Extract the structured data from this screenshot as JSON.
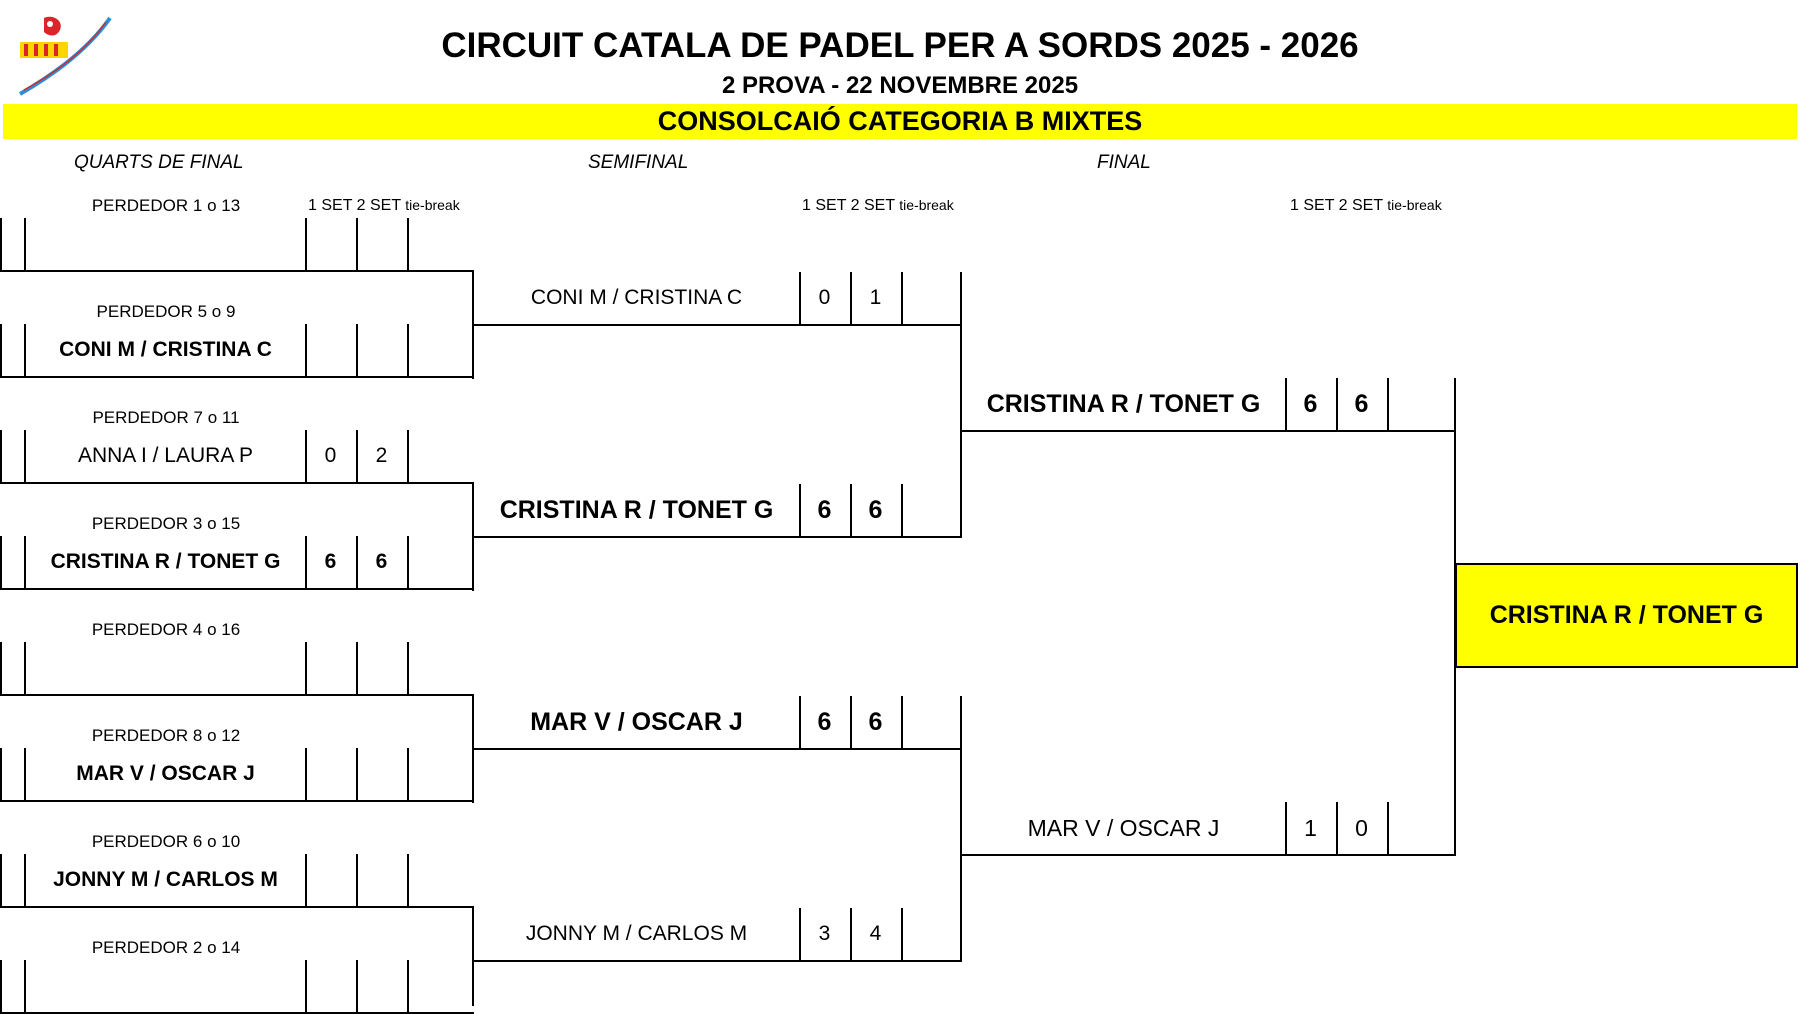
{
  "header": {
    "title": "CIRCUIT CATALA DE PADEL PER A SORDS 2025 - 2026",
    "subtitle": "2 PROVA - 22 NOVEMBRE 2025",
    "category": "CONSOLCAIÓ CATEGORIA B MIXTES"
  },
  "rounds": {
    "quarters": "QUARTS DE FINAL",
    "semis": "SEMIFINAL",
    "final": "FINAL"
  },
  "set_headers": {
    "set1": "1 SET",
    "set2": "2 SET",
    "tiebreak": "tie-break"
  },
  "quarterfinals": [
    {
      "label": "PERDEDOR  1 o 13",
      "team": "",
      "s1": "",
      "s2": "",
      "tb": ""
    },
    {
      "label": "PERDEDOR  5 o 9",
      "team": "CONI M / CRISTINA C",
      "s1": "",
      "s2": "",
      "tb": ""
    },
    {
      "label": "PERDEDOR  7 o 11",
      "team": "ANNA I / LAURA P",
      "s1": "0",
      "s2": "2",
      "tb": ""
    },
    {
      "label": "PERDEDOR  3 o 15",
      "team": "CRISTINA R / TONET G",
      "s1": "6",
      "s2": "6",
      "tb": ""
    },
    {
      "label": "PERDEDOR  4 o 16",
      "team": "",
      "s1": "",
      "s2": "",
      "tb": ""
    },
    {
      "label": "PERDEDOR  8 o 12",
      "team": "MAR V / OSCAR J",
      "s1": "",
      "s2": "",
      "tb": ""
    },
    {
      "label": "PERDEDOR  6 o 10",
      "team": "JONNY M / CARLOS M",
      "s1": "",
      "s2": "",
      "tb": ""
    },
    {
      "label": "PERDEDOR  2 o 14",
      "team": "",
      "s1": "",
      "s2": "",
      "tb": ""
    }
  ],
  "semifinals": [
    {
      "team": "CONI M / CRISTINA C",
      "s1": "0",
      "s2": "1",
      "tb": ""
    },
    {
      "team": "CRISTINA R / TONET G",
      "s1": "6",
      "s2": "6",
      "tb": ""
    },
    {
      "team": "MAR V / OSCAR J",
      "s1": "6",
      "s2": "6",
      "tb": ""
    },
    {
      "team": "JONNY M / CARLOS M",
      "s1": "3",
      "s2": "4",
      "tb": ""
    }
  ],
  "final": [
    {
      "team": "CRISTINA R / TONET G",
      "s1": "6",
      "s2": "6",
      "tb": ""
    },
    {
      "team": "MAR V / OSCAR J",
      "s1": "1",
      "s2": "0",
      "tb": ""
    }
  ],
  "champion": "CRISTINA R / TONET G",
  "colors": {
    "highlight": "#ffff00",
    "logo_red": "#d9262b",
    "logo_blue": "#2a8fd4"
  },
  "logo": {
    "icon": "federation-logo-icon"
  }
}
